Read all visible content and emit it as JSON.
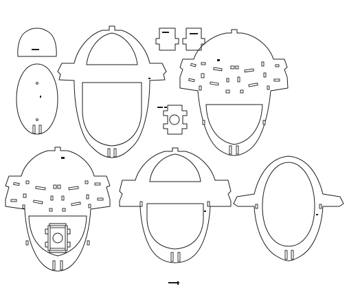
{
  "sheet": {
    "title": "",
    "background": "#ffffff",
    "line_color": "#1a1a1a"
  },
  "parts": [
    {
      "id": "cap",
      "kind": "half-dome"
    },
    {
      "id": "small-oval",
      "kind": "oval"
    },
    {
      "id": "clip-a",
      "kind": "clip"
    },
    {
      "id": "clip-b",
      "kind": "clip"
    },
    {
      "id": "hub",
      "kind": "hub-block"
    },
    {
      "id": "frame-1",
      "kind": "egg-frame"
    },
    {
      "id": "frame-2",
      "kind": "egg-frame-slotted"
    },
    {
      "id": "frame-3",
      "kind": "egg-frame-slotted"
    },
    {
      "id": "frame-4",
      "kind": "egg-frame"
    },
    {
      "id": "frame-5",
      "kind": "egg-frame-ring"
    },
    {
      "id": "mark",
      "kind": "small-mark"
    }
  ]
}
